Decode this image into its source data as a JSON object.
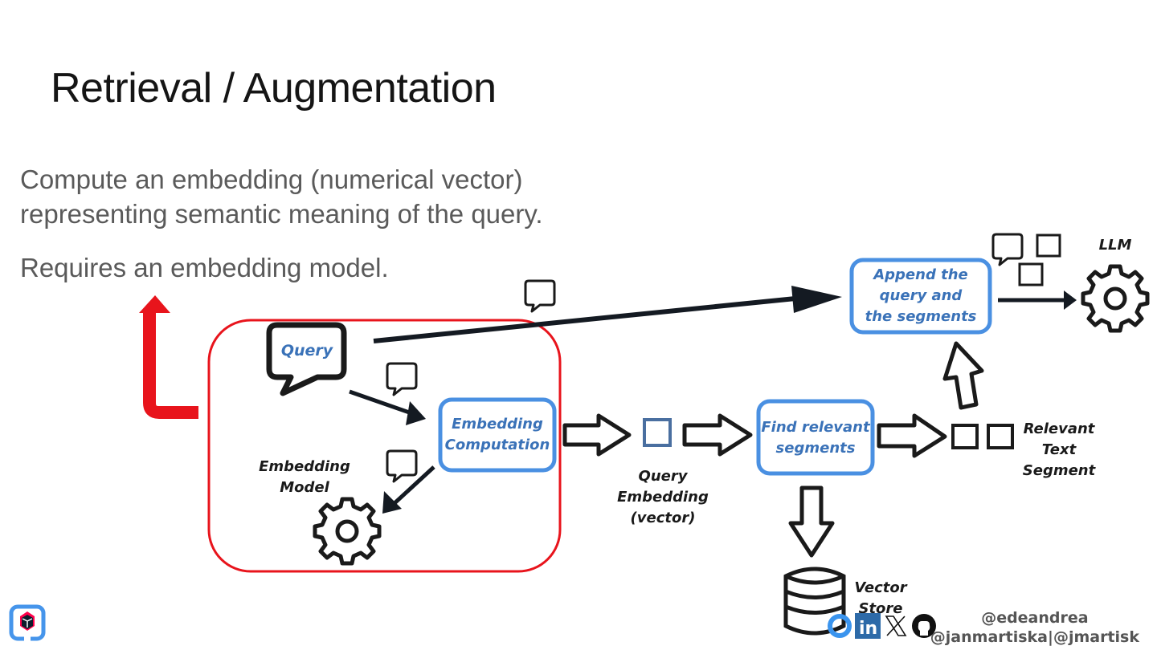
{
  "slide": {
    "title": "Retrieval / Augmentation",
    "paragraphs": [
      "Compute an embedding (numerical vector) representing semantic meaning of the query.",
      "Requires an embedding model."
    ]
  },
  "diagram": {
    "nodes": {
      "query": "Query",
      "embedding_computation": [
        "Embedding",
        "Computation"
      ],
      "embedding_model": [
        "Embedding",
        "Model"
      ],
      "query_embedding": [
        "Query",
        "Embedding",
        "(vector)"
      ],
      "find_relevant": [
        "Find relevant",
        "segments"
      ],
      "vector_store": [
        "Vector",
        "Store"
      ],
      "relevant_text_segment": [
        "Relevant",
        "Text",
        "Segment"
      ],
      "append": [
        "Append the",
        "query and",
        "the segments"
      ],
      "llm": "LLM"
    },
    "colors": {
      "highlight": "#e8141c",
      "node_border": "#4a90e2",
      "node_text": "#3a72b8",
      "ink": "#141a22"
    }
  },
  "footer": {
    "social_icons": [
      "bluesky-icon",
      "linkedin-icon",
      "x-icon",
      "github-icon"
    ],
    "handles": [
      "@edeandrea",
      "@janmartiska|@jmartisk"
    ]
  }
}
